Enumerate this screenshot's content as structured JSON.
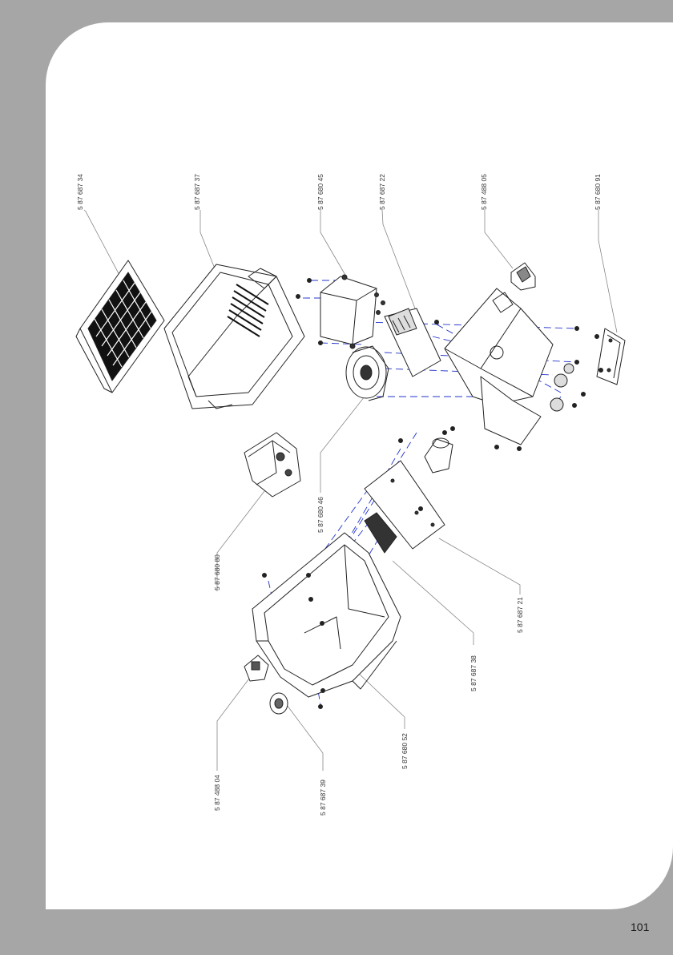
{
  "page": {
    "number": "101"
  },
  "parts": [
    {
      "id": "p1",
      "label": "5 87 687 34"
    },
    {
      "id": "p2",
      "label": "5 87 687 37"
    },
    {
      "id": "p3",
      "label": "5 87 680 45"
    },
    {
      "id": "p4",
      "label": "5 87 687 22"
    },
    {
      "id": "p5",
      "label": "5 87 488 05"
    },
    {
      "id": "p6",
      "label": "5 87 680 91"
    },
    {
      "id": "p7",
      "label": "5 87 680 46"
    },
    {
      "id": "p8",
      "label": "5 87 680 80"
    },
    {
      "id": "p9",
      "label": "5 87 687 21"
    },
    {
      "id": "p10",
      "label": "5 87 687 38"
    },
    {
      "id": "p11",
      "label": "5 87 680 52"
    },
    {
      "id": "p12",
      "label": "5 87 488 04"
    },
    {
      "id": "p13",
      "label": "5 87 687 39"
    }
  ],
  "colors": {
    "assembly_line": "#2233cc",
    "drawing_line": "#222222",
    "leader_line": "#888888"
  }
}
